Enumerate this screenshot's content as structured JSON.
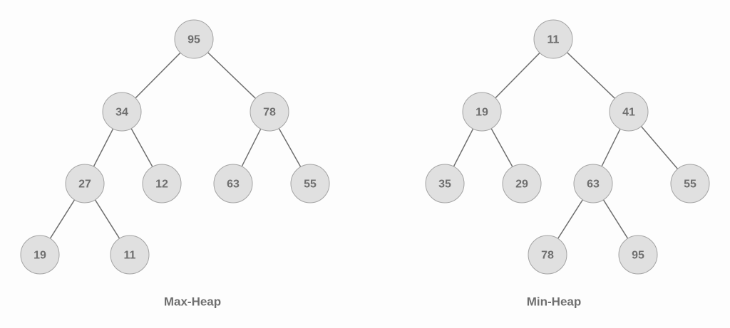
{
  "background": "#fdfdfd",
  "node_fill": "#e0e0e0",
  "node_stroke": "#a3a3a3",
  "edge_color": "#707070",
  "text_color": "#6f6f6f",
  "trees": [
    {
      "id": "max-heap",
      "caption": "Max-Heap",
      "nodes": [
        {
          "id": "n0",
          "value": "95"
        },
        {
          "id": "n1",
          "value": "34"
        },
        {
          "id": "n2",
          "value": "78"
        },
        {
          "id": "n3",
          "value": "27"
        },
        {
          "id": "n4",
          "value": "12"
        },
        {
          "id": "n5",
          "value": "63"
        },
        {
          "id": "n6",
          "value": "55"
        },
        {
          "id": "n7",
          "value": "19"
        },
        {
          "id": "n8",
          "value": "11"
        }
      ],
      "edges": [
        [
          "n0",
          "n1"
        ],
        [
          "n0",
          "n2"
        ],
        [
          "n1",
          "n3"
        ],
        [
          "n1",
          "n4"
        ],
        [
          "n2",
          "n5"
        ],
        [
          "n2",
          "n6"
        ],
        [
          "n3",
          "n7"
        ],
        [
          "n3",
          "n8"
        ]
      ]
    },
    {
      "id": "min-heap",
      "caption": "Min-Heap",
      "nodes": [
        {
          "id": "m0",
          "value": "11"
        },
        {
          "id": "m1",
          "value": "19"
        },
        {
          "id": "m2",
          "value": "41"
        },
        {
          "id": "m3",
          "value": "35"
        },
        {
          "id": "m4",
          "value": "29"
        },
        {
          "id": "m5",
          "value": "63"
        },
        {
          "id": "m6",
          "value": "55"
        },
        {
          "id": "m7",
          "value": "78"
        },
        {
          "id": "m8",
          "value": "95"
        }
      ],
      "edges": [
        [
          "m0",
          "m1"
        ],
        [
          "m0",
          "m2"
        ],
        [
          "m1",
          "m3"
        ],
        [
          "m1",
          "m4"
        ],
        [
          "m2",
          "m5"
        ],
        [
          "m2",
          "m6"
        ],
        [
          "m5",
          "m7"
        ],
        [
          "m5",
          "m8"
        ]
      ]
    }
  ]
}
